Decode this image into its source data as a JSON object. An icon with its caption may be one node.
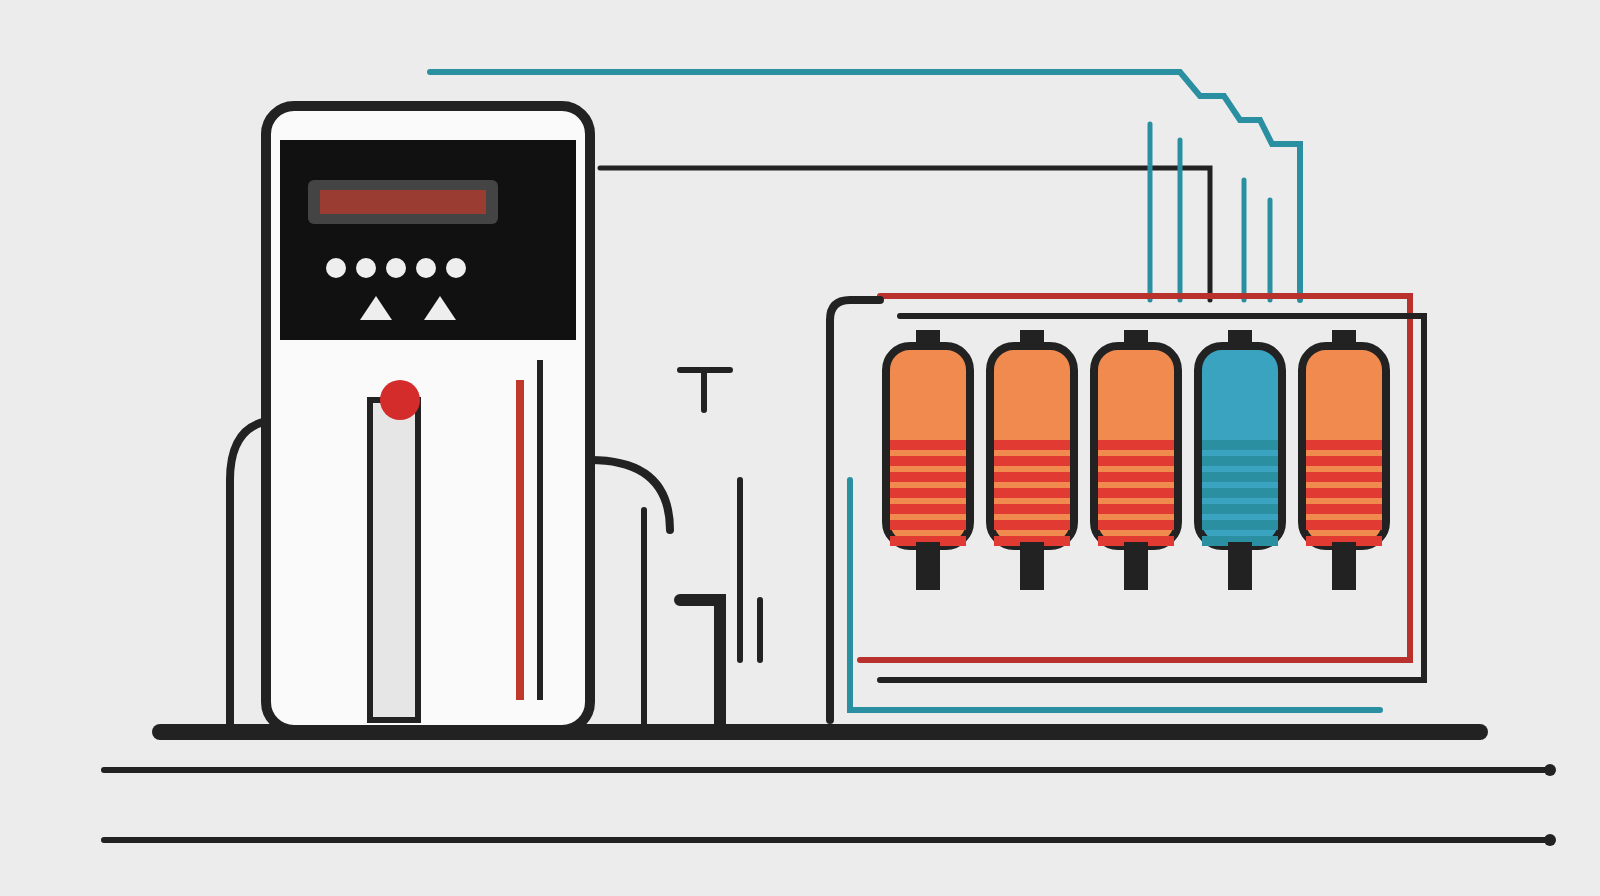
{
  "diagram": {
    "nodes": [
      {
        "text": [],
        "shape": "picture"
      },
      {
        "text": [],
        "shape": "cylinder"
      },
      {
        "text": [],
        "shape": "cylinder"
      },
      {
        "text": [],
        "shape": "cylinder"
      },
      {
        "text": [],
        "shape": "cylinder"
      },
      {
        "text": [],
        "shape": "cylinder"
      }
    ]
  }
}
